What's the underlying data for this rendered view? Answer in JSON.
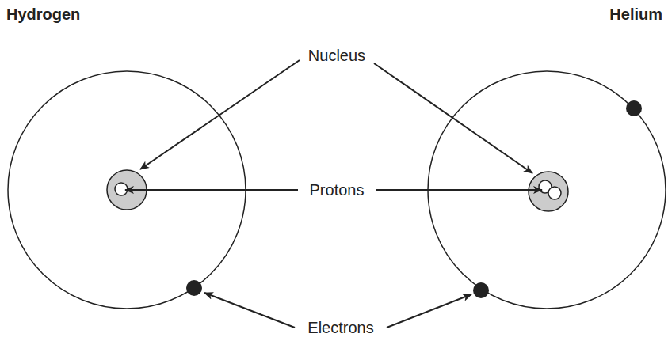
{
  "diagram": {
    "labels": [
      "Hydrogen",
      "Helium",
      "Nucleus",
      "Protons",
      "Electrons"
    ]
  }
}
